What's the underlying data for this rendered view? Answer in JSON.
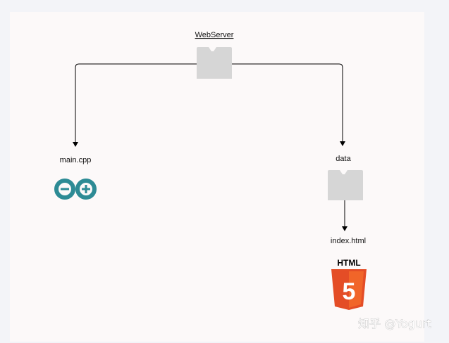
{
  "diagram": {
    "root": {
      "label": "WebServer",
      "icon": "folder-icon"
    },
    "nodes": [
      {
        "id": "main",
        "label": "main.cpp",
        "icon": "arduino-icon"
      },
      {
        "id": "data",
        "label": "data",
        "icon": "folder-icon"
      },
      {
        "id": "index",
        "label": "index.html",
        "icon": "html5-icon"
      }
    ],
    "edges": [
      {
        "from": "WebServer",
        "to": "main.cpp"
      },
      {
        "from": "WebServer",
        "to": "data"
      },
      {
        "from": "data",
        "to": "index.html"
      }
    ],
    "icons": {
      "html5_badge": "HTML",
      "html5_glyph": "5"
    }
  },
  "watermark": "知乎 @Yogurt",
  "colors": {
    "folder": "#d6d6d6",
    "arduino": "#2d8b95",
    "html5_orange": "#e44d26",
    "html5_light": "#f16529",
    "edge": "#000000"
  }
}
